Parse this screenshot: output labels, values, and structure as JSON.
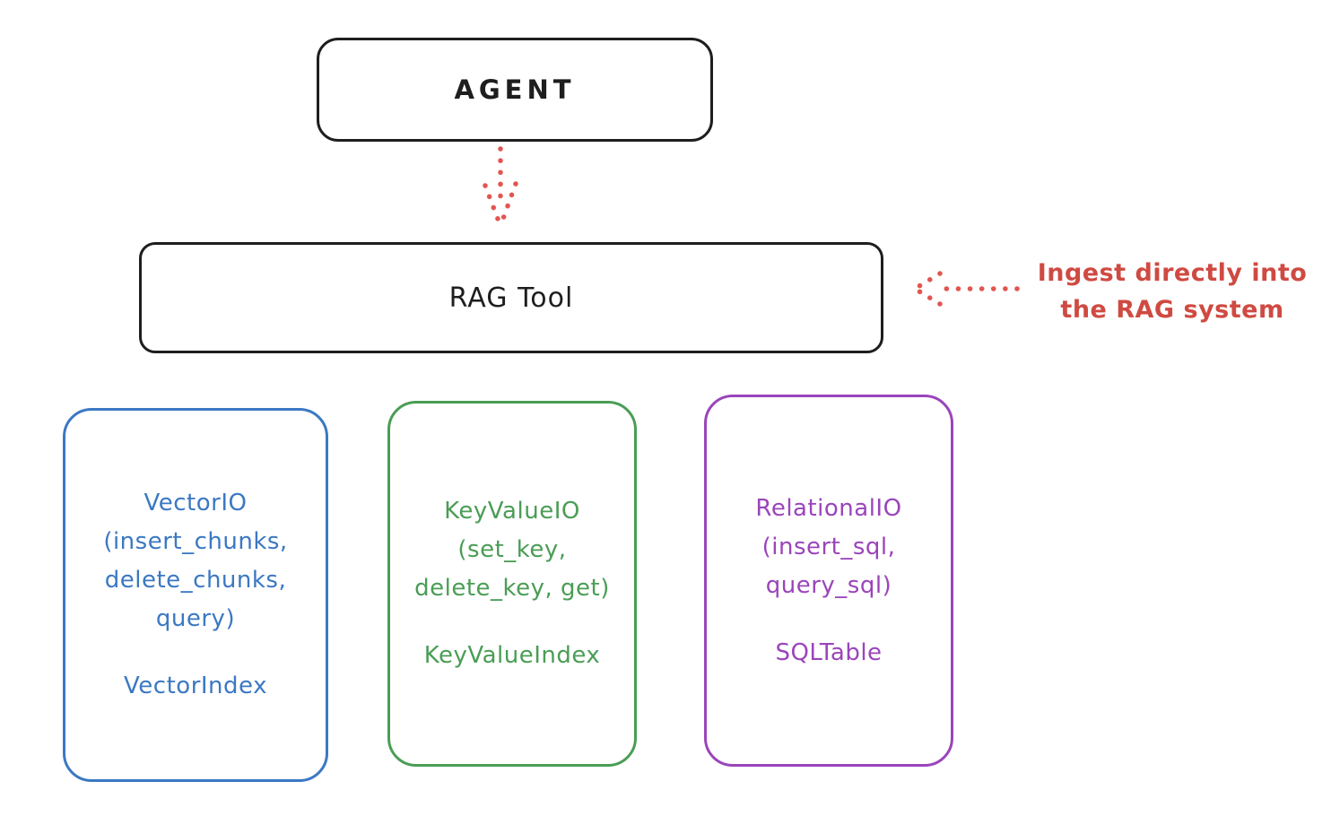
{
  "diagram": {
    "agent": {
      "label": "AGENT"
    },
    "rag_tool": {
      "label": "RAG Tool"
    },
    "annotation": {
      "line1": "Ingest directly into",
      "line2": "the RAG system"
    },
    "storage_boxes": [
      {
        "name": "VectorIO",
        "lines": [
          "VectorIO",
          "(insert_chunks,",
          "delete_chunks,",
          "query)"
        ],
        "index_label": "VectorIndex",
        "color": "#3b78c3"
      },
      {
        "name": "KeyValueIO",
        "lines": [
          "KeyValueIO",
          "(set_key,",
          "delete_key, get)"
        ],
        "index_label": "KeyValueIndex",
        "color": "#4a9d55"
      },
      {
        "name": "RelationalIO",
        "lines": [
          "RelationalIO",
          "(insert_sql,",
          "query_sql)"
        ],
        "index_label": "SQLTable",
        "color": "#9a45bb"
      }
    ],
    "colors": {
      "stroke_black": "#1e1e1e",
      "red_text": "#cf4a42",
      "red_arrow": "#e25550"
    }
  }
}
